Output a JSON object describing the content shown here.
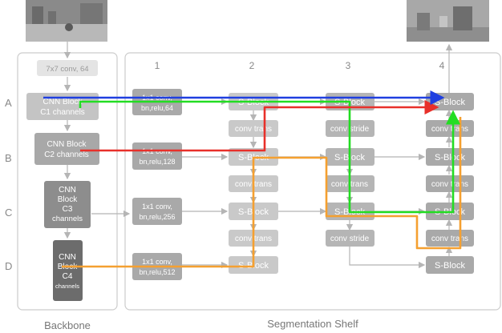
{
  "panels": {
    "backbone_caption": "Backbone",
    "shelf_caption": "Segmentation Shelf"
  },
  "rows": [
    "A",
    "B",
    "C",
    "D"
  ],
  "columns": [
    "1",
    "2",
    "3",
    "4"
  ],
  "backbone": {
    "stem": "7x7 conv, 64",
    "block_a": [
      "CNN Block",
      "C1 channels"
    ],
    "block_b": [
      "CNN Block",
      "C2 channels"
    ],
    "block_c": [
      "CNN",
      "Block",
      "C3",
      "channels"
    ],
    "block_d": [
      "CNN",
      "Block",
      "C4",
      "channels"
    ]
  },
  "shelf": {
    "conv_a": [
      "1x1 conv,",
      "bn,relu,64"
    ],
    "conv_b": [
      "1x1 conv,",
      "bn,relu,128"
    ],
    "conv_c": [
      "1x1 conv,",
      "bn,relu,256"
    ],
    "conv_d": [
      "1x1 conv,",
      "bn,relu,512"
    ],
    "sblock": "S-Block",
    "conv_trans": "conv trans",
    "conv_stride": "conv stride"
  },
  "path_colors": {
    "blue": "#1f3fe0",
    "red": "#e8302a",
    "green": "#22dd22",
    "orange": "#f5a030"
  }
}
